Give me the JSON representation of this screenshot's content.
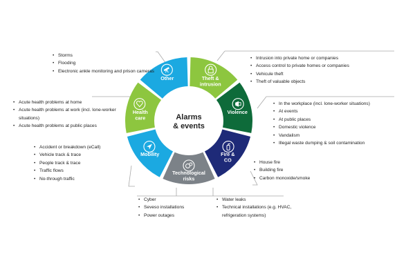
{
  "center": {
    "line1": "Alarms",
    "line2": "& events"
  },
  "colors": {
    "light_blue": "#1BA9E1",
    "green": "#8DC63F",
    "dark_green": "#0E6B3A",
    "navy": "#1E2A78",
    "gray": "#7C8288",
    "line": "#A8A8A8"
  },
  "segments": [
    {
      "id": "theft",
      "label": [
        "Theft &",
        "intrusion"
      ],
      "color": "#8DC63F",
      "icon": "lock-icon",
      "items": [
        "Intrusion into private home or companies",
        "Access control to private homes or companies",
        "Vehicule theft",
        "Theft of valuable objects"
      ]
    },
    {
      "id": "violence",
      "label": [
        "Violence"
      ],
      "color": "#0E6B3A",
      "icon": "megaphone-icon",
      "items": [
        "In the workplace (incl. lone-worker situations)",
        "At events",
        "At public places",
        "Domestic violence",
        "Vandalism",
        "Illegal waste dumping & soil contamination"
      ]
    },
    {
      "id": "fire",
      "label": [
        "Fire &",
        "CO"
      ],
      "color": "#1E2A78",
      "icon": "extinguisher-icon",
      "items": [
        "House fire",
        "Building fire",
        "Carbon monoxide/smoke"
      ]
    },
    {
      "id": "tech",
      "label": [
        "Technological",
        "risks"
      ],
      "color": "#7C8288",
      "icon": "gears-icon",
      "items": [
        "Cyber",
        "Seveso installations",
        "Power outages"
      ],
      "items2": [
        "Water leaks",
        "Technical installations (e.g. HVAC, refrigeration systems)"
      ]
    },
    {
      "id": "mobility",
      "label": [
        "Mobility"
      ],
      "color": "#1BA9E1",
      "icon": "navigation-icon",
      "items": [
        "Accident or breakdown (eCall)",
        "Vehicle track & trace",
        "People track & trace",
        "Traffic flows",
        "No-through traffic"
      ]
    },
    {
      "id": "health",
      "label": [
        "Health",
        "care"
      ],
      "color": "#8DC63F",
      "icon": "heart-icon",
      "items": [
        "Acute health problems at home",
        "Acute health problems at work (incl. lone-worker situations)",
        "Acute health problems at public places"
      ]
    },
    {
      "id": "other",
      "label": [
        "Other"
      ],
      "color": "#1BA9E1",
      "icon": "telescope-icon",
      "items": [
        "Storms",
        "Flooding",
        "Electronic ankle monitoring and prison cameras"
      ]
    }
  ]
}
